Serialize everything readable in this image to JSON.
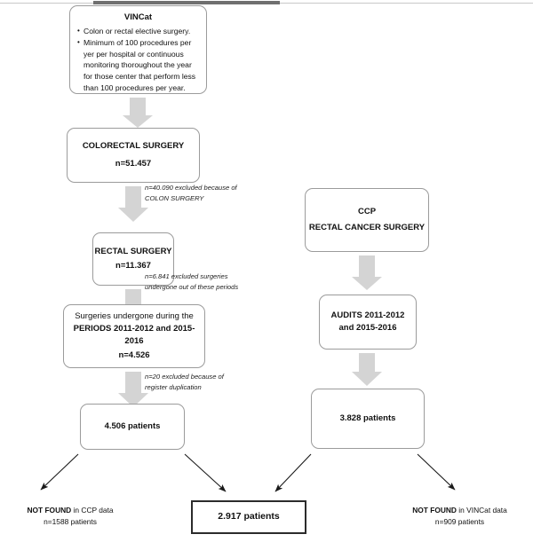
{
  "figure": {
    "type": "flowchart",
    "title": "Patient selection flow diagram (VINCat and CCP rectal cancer surgery)"
  },
  "boxes": {
    "vincat": {
      "title": "VINCat",
      "bullets": [
        "Colon or rectal elective surgery.",
        "Minimum of 100 procedures per yer per hospital or continuous monitoring thoroughout the year for those center that perform less than 100 procedures per year."
      ]
    },
    "colorectal_surgery": {
      "line1": "COLORECTAL SURGERY",
      "line2": "n=51.457"
    },
    "rectal_surgery": {
      "line1": "RECTAL SURGERY",
      "line2": "n=11.367"
    },
    "periods": {
      "line1": "Surgeries undergone during the",
      "line2": "PERIODS 2011-2012 and 2015-",
      "line3": "2016",
      "line4": "n=4.526"
    },
    "vincat_final": {
      "line1": "4.506 patients"
    },
    "ccp": {
      "line1": "CCP",
      "line2": "RECTAL CANCER SURGERY"
    },
    "audits": {
      "line1": "AUDITS 2011-2012",
      "line2": "and 2015-2016"
    },
    "ccp_final": {
      "line1": "3.828 patients"
    },
    "matched": {
      "line1": "2.917 patients"
    }
  },
  "notes": {
    "exclusion_colon": {
      "line1": "n=40.090 excluded because of",
      "line2": "COLON SURGERY"
    },
    "exclusion_periods": {
      "line1": "n=6.841 excluded  surgeries",
      "line2": "undergone out of these periods"
    },
    "exclusion_duplication": {
      "line1": "n=20 excluded because of",
      "line2": "register duplication"
    }
  },
  "captions": {
    "not_found_ccp": {
      "strong": "NOT FOUND",
      "rest": " in CCP data",
      "line2": "n=1588 patients"
    },
    "not_found_vincat": {
      "strong": "NOT FOUND",
      "rest": " in VINCat data",
      "line2": "n=909 patients"
    }
  },
  "colors": {
    "block_arrow": "#d4d4d4",
    "box_border": "#9b9b9b",
    "emphasis_border": "#2b2b2b",
    "rule_thin": "#c9c9c9",
    "rule_thick": "#6f6f6f",
    "thin_arrow": "#1a1a1a"
  }
}
